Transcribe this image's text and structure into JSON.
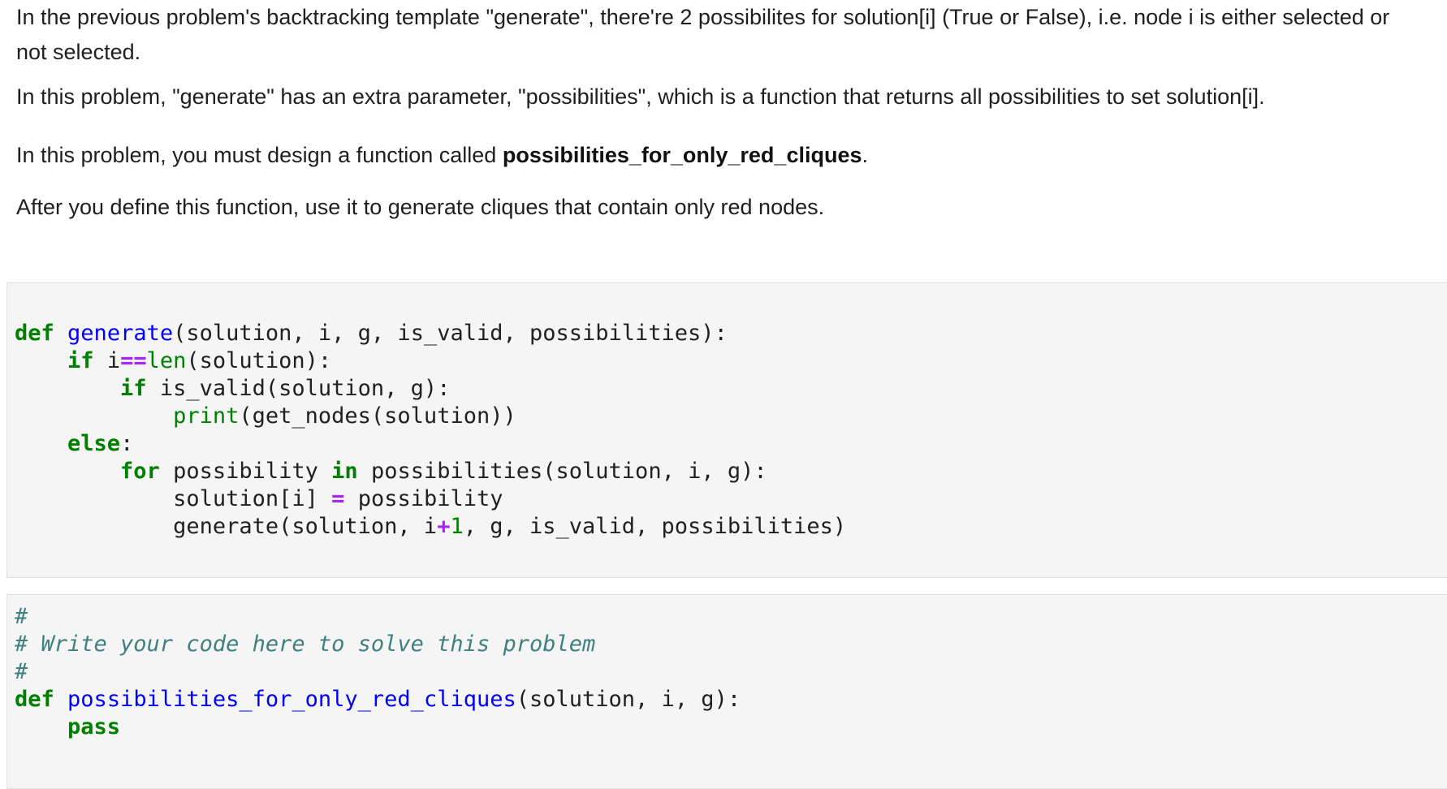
{
  "markdown": {
    "para1": "In the previous problem's backtracking template \"generate\", there're 2 possibilites for solution[i] (True or False), i.e. node i is either selected or not selected.",
    "para2": "In this problem, \"generate\" has an extra parameter, \"possibilities\", which is a function that returns all possibilities to set solution[i].",
    "para3_prefix": "In this problem, you must design a function called ",
    "para3_bold": "possibilities_for_only_red_cliques",
    "para3_suffix": ".",
    "para4": "After you define this function, use it to generate cliques that contain only red nodes."
  },
  "cell1": {
    "kw_def": "def",
    "fn_generate": "generate",
    "params1": "(solution, i, g, is_valid, possibilities):",
    "kw_if": "if",
    "var_i": "i",
    "op_eq": "==",
    "bi_len": "len",
    "len_args": "(solution):",
    "kw_if2": "if",
    "is_valid_call": "is_valid(solution, g):",
    "bi_print": "print",
    "print_args": "(get_nodes(solution))",
    "kw_else": "else",
    "colon": ":",
    "kw_for": "for",
    "for_var": "possibility",
    "kw_in": "in",
    "for_iter": "possibilities(solution, i, g):",
    "assign_lhs": "solution[i]",
    "op_assign": "=",
    "assign_rhs": "possibility",
    "recurse_a": "generate(solution, i",
    "op_plus": "+",
    "num_one": "1",
    "recurse_b": ", g, is_valid, possibilities)"
  },
  "cell2": {
    "comment1": "#",
    "comment2": "# Write your code here to solve this problem",
    "comment3": "#",
    "kw_def": "def",
    "fn_name": "possibilities_for_only_red_cliques",
    "params": "(solution, i, g):",
    "kw_pass": "pass"
  }
}
